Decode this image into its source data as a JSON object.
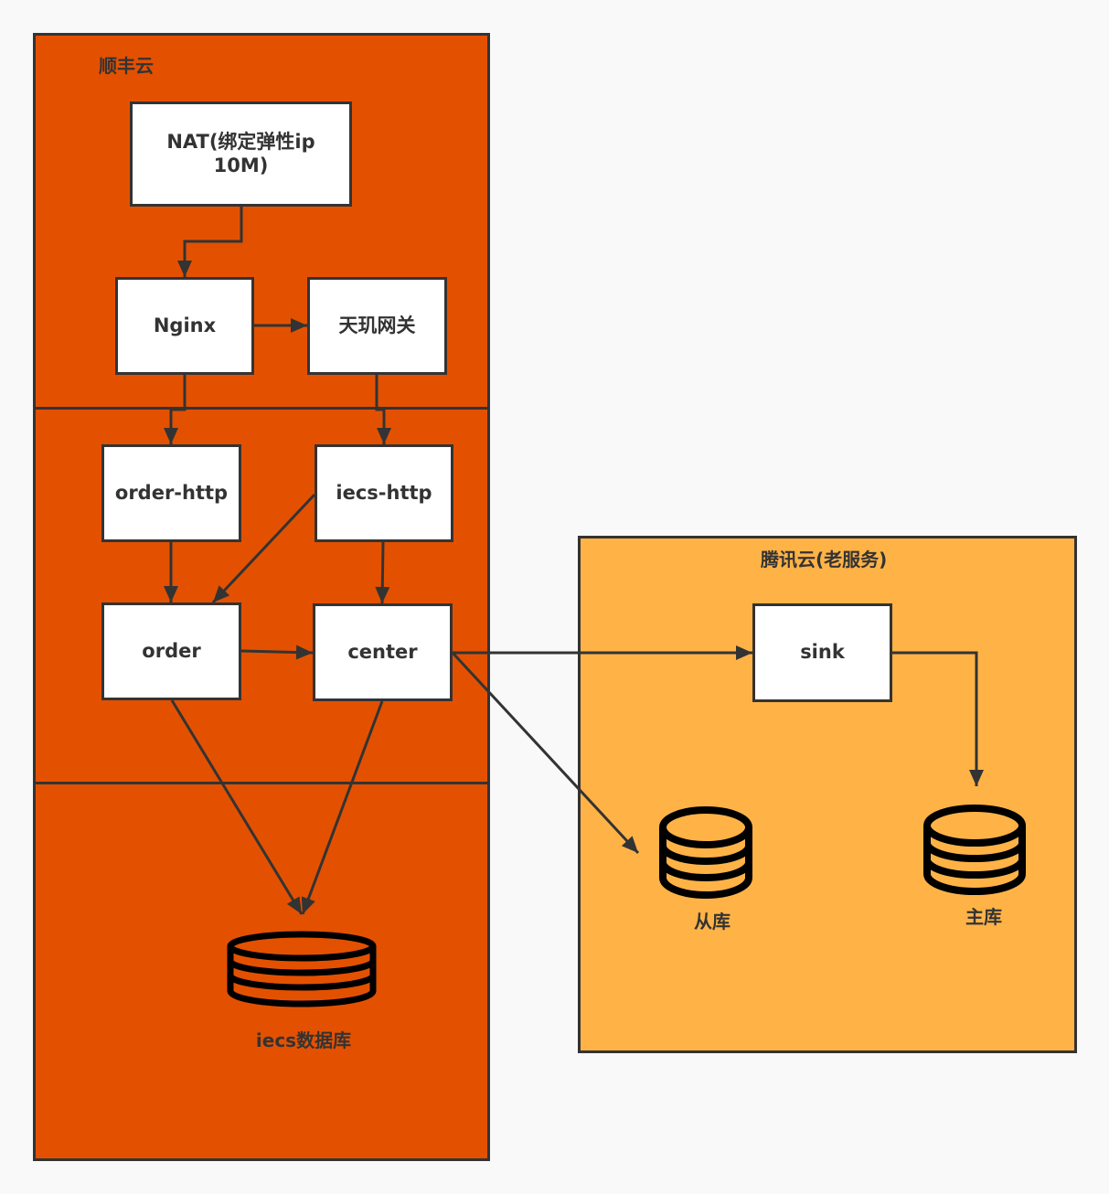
{
  "colors": {
    "sf_zone": "#e35100",
    "tx_zone": "#ffb347",
    "stroke": "#333333",
    "node_fill": "#ffffff",
    "background": "#f9f9f9"
  },
  "zones": {
    "sf": {
      "title": "顺丰云"
    },
    "tx": {
      "title": "腾讯云(老服务)"
    }
  },
  "nodes": {
    "nat": {
      "label": "NAT(绑定弹性ip\n10M)"
    },
    "nginx": {
      "label": "Nginx"
    },
    "gateway": {
      "label": "天玑网关"
    },
    "order_http": {
      "label": "order-http"
    },
    "iecs_http": {
      "label": "iecs-http"
    },
    "order": {
      "label": "order"
    },
    "center": {
      "label": "center"
    },
    "sink": {
      "label": "sink"
    }
  },
  "databases": {
    "iecs_db": {
      "label": "iecs数据库",
      "icon": "database-icon"
    },
    "replica_db": {
      "label": "从库",
      "icon": "database-icon"
    },
    "primary_db": {
      "label": "主库",
      "icon": "database-icon"
    }
  },
  "edges": [
    {
      "from": "nat",
      "to": "nginx"
    },
    {
      "from": "nginx",
      "to": "gateway"
    },
    {
      "from": "nginx",
      "to": "order_http"
    },
    {
      "from": "gateway",
      "to": "iecs_http"
    },
    {
      "from": "order_http",
      "to": "order"
    },
    {
      "from": "iecs_http",
      "to": "order"
    },
    {
      "from": "iecs_http",
      "to": "center"
    },
    {
      "from": "order",
      "to": "center"
    },
    {
      "from": "order",
      "to": "iecs_db"
    },
    {
      "from": "center",
      "to": "iecs_db"
    },
    {
      "from": "center",
      "to": "sink"
    },
    {
      "from": "center",
      "to": "replica_db"
    },
    {
      "from": "sink",
      "to": "primary_db"
    }
  ]
}
